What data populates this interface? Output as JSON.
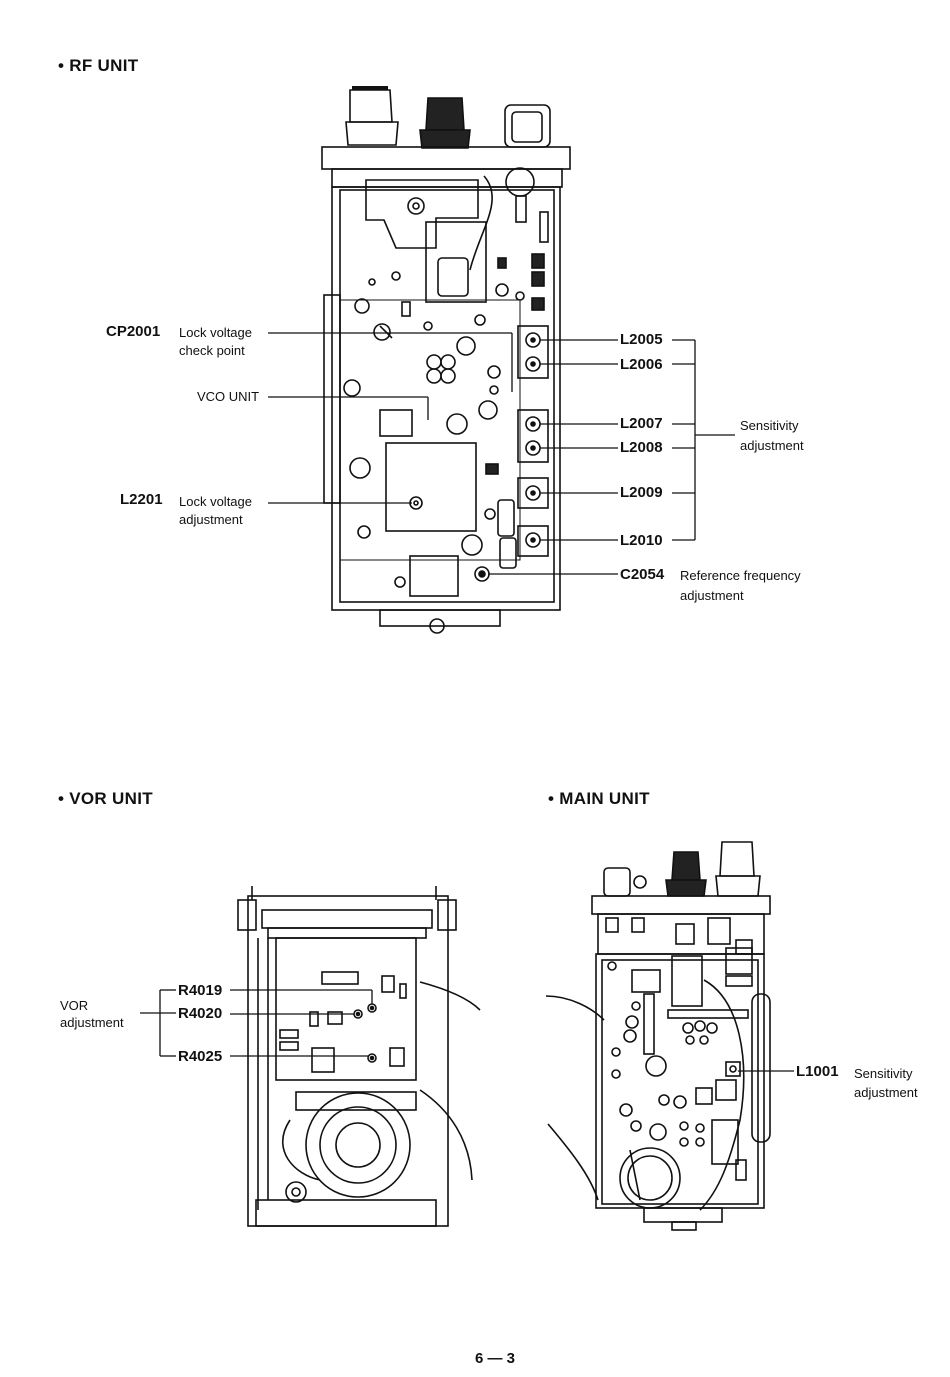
{
  "rf": {
    "title": "• RF UNIT",
    "cp2001": {
      "ref": "CP2001",
      "desc1": "Lock voltage",
      "desc2": "check point"
    },
    "vco": "VCO UNIT",
    "l2201": {
      "ref": "L2201",
      "desc1": "Lock voltage",
      "desc2": "adjustment"
    },
    "coils": [
      "L2005",
      "L2006",
      "L2007",
      "L2008",
      "L2009",
      "L2010"
    ],
    "sens1": "Sensitivity",
    "sens2": "adjustment",
    "c2054": {
      "ref": "C2054",
      "desc1": "Reference frequency",
      "desc2": "adjustment"
    }
  },
  "vor": {
    "title": "• VOR UNIT",
    "adj1": "VOR",
    "adj2": "adjustment",
    "resistors": [
      "R4019",
      "R4020",
      "R4025"
    ]
  },
  "main": {
    "title": "• MAIN UNIT",
    "l1001": {
      "ref": "L1001",
      "desc1": "Sensitivity",
      "desc2": "adjustment"
    }
  },
  "page_number": "6 — 3"
}
